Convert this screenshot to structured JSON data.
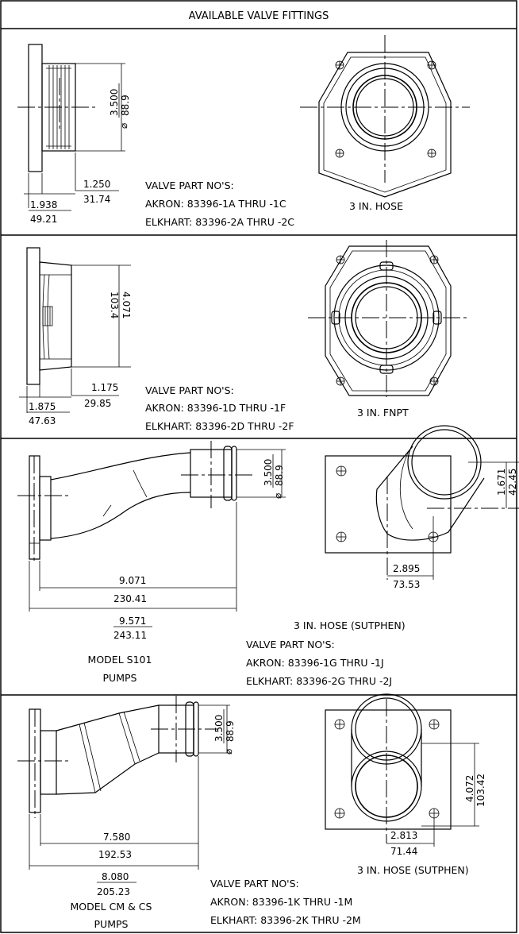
{
  "title": "AVAILABLE VALVE FITTINGS",
  "sections": [
    {
      "dim_dia_in": "3.500",
      "dim_dia_mm": "88.9",
      "dim_a_in": "1.250",
      "dim_a_mm": "31.74",
      "dim_b_in": "1.938",
      "dim_b_mm": "49.21",
      "part_heading": "VALVE PART NO'S:",
      "akron": "AKRON: 83396-1A THRU -1C",
      "elkhart": "ELKHART: 83396-2A THRU -2C",
      "fitting": "3 IN. HOSE"
    },
    {
      "dim_dia_in": "4.071",
      "dim_dia_mm": "103.4",
      "dim_a_in": "1.175",
      "dim_a_mm": "29.85",
      "dim_b_in": "1.875",
      "dim_b_mm": "47.63",
      "part_heading": "VALVE PART NO'S:",
      "akron": "AKRON: 83396-1D THRU -1F",
      "elkhart": "ELKHART: 83396-2D THRU -2F",
      "fitting": "3 IN. FNPT"
    },
    {
      "dim_dia_in": "3.500",
      "dim_dia_mm": "88.9",
      "dim_a_in": "9.071",
      "dim_a_mm": "230.41",
      "dim_b_in": "9.571",
      "dim_b_mm": "243.11",
      "dim_c_in": "2.895",
      "dim_c_mm": "73.53",
      "dim_d_in": "1.671",
      "dim_d_mm": "42.45",
      "model_line1": "MODEL S101",
      "model_line2": "PUMPS",
      "part_heading": "VALVE PART NO'S:",
      "akron": "AKRON: 83396-1G THRU -1J",
      "elkhart": "ELKHART: 83396-2G THRU -2J",
      "fitting": "3 IN. HOSE (SUTPHEN)"
    },
    {
      "dim_dia_in": "3.500",
      "dim_dia_mm": "88.9",
      "dim_a_in": "7.580",
      "dim_a_mm": "192.53",
      "dim_b_in": "8.080",
      "dim_b_mm": "205.23",
      "dim_c_in": "2.813",
      "dim_c_mm": "71.44",
      "dim_d_in": "4.072",
      "dim_d_mm": "103.42",
      "model_line1": "MODEL CM & CS",
      "model_line2": "PUMPS",
      "part_heading": "VALVE PART NO'S:",
      "akron": "AKRON: 83396-1K THRU -1M",
      "elkhart": "ELKHART: 83396-2K THRU -2M",
      "fitting": "3 IN. HOSE (SUTPHEN)"
    }
  ]
}
